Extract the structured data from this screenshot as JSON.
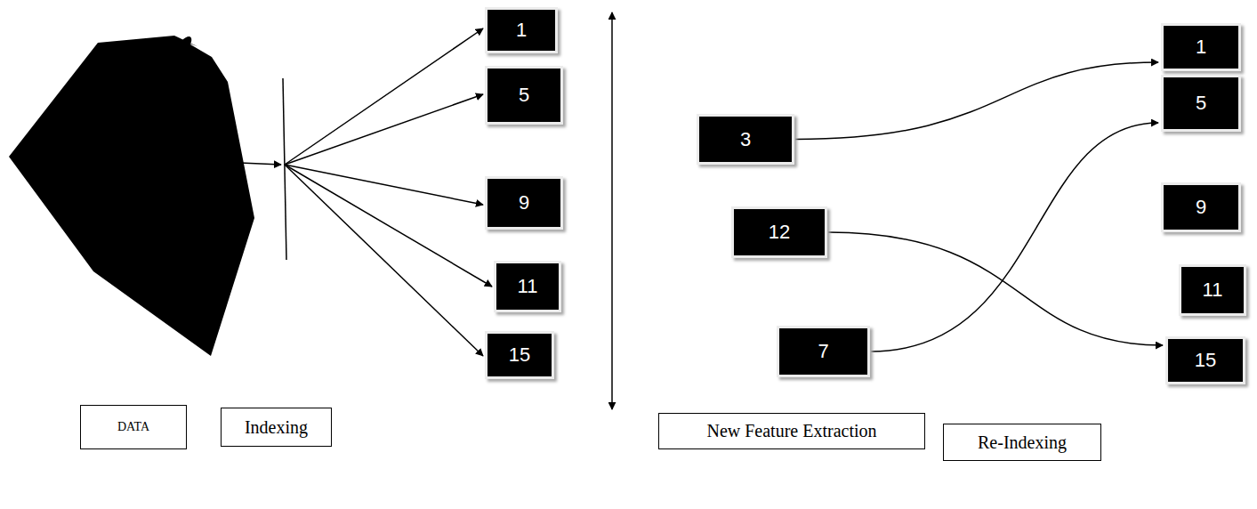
{
  "diagram": {
    "nodes": [
      {
        "text": [
          "1"
        ]
      },
      {
        "text": [
          "5"
        ]
      },
      {
        "text": [
          "9"
        ]
      },
      {
        "text": [
          "11"
        ]
      },
      {
        "text": [
          "15"
        ]
      },
      {
        "text": [
          "3"
        ]
      },
      {
        "text": [
          "12"
        ]
      },
      {
        "text": [
          "7"
        ]
      },
      {
        "text": [
          "1"
        ]
      },
      {
        "text": [
          "5"
        ]
      },
      {
        "text": [
          "9"
        ]
      },
      {
        "text": [
          "11"
        ]
      },
      {
        "text": [
          "15"
        ]
      },
      {
        "text": [
          "DATA"
        ]
      },
      {
        "text": [
          "Indexing"
        ]
      },
      {
        "text": [
          "New Feature Extraction"
        ]
      },
      {
        "text": [
          "Re-Indexing"
        ]
      }
    ],
    "edges": [
      {
        "from": 5,
        "to": 8,
        "arrow": "to"
      },
      {
        "from": 6,
        "to": 12,
        "arrow": "to"
      },
      {
        "from": 7,
        "to": 9,
        "arrow": "to"
      }
    ]
  }
}
